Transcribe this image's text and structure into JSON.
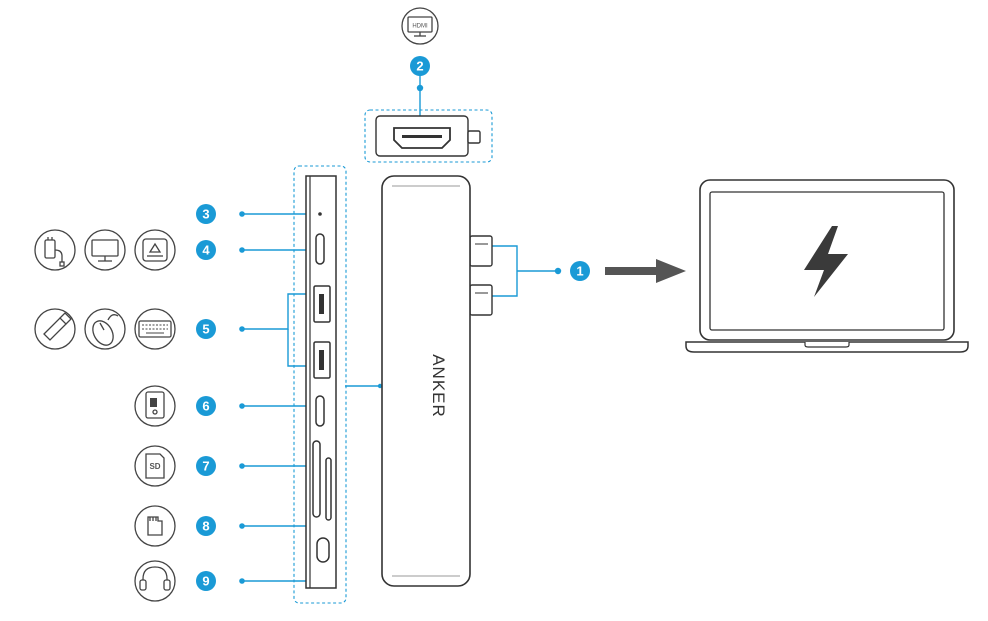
{
  "brand": "ANKER",
  "callouts": [
    {
      "number": "1"
    },
    {
      "number": "2"
    },
    {
      "number": "3"
    },
    {
      "number": "4"
    },
    {
      "number": "5"
    },
    {
      "number": "6"
    },
    {
      "number": "7"
    },
    {
      "number": "8"
    },
    {
      "number": "9"
    }
  ],
  "icons": {
    "hdmi_monitor": "HDMI",
    "sd_card": "SD"
  },
  "colors": {
    "accent": "#1a9ad6",
    "stroke": "#333333",
    "arrow": "#555555",
    "bolt": "#3a3a3a"
  }
}
